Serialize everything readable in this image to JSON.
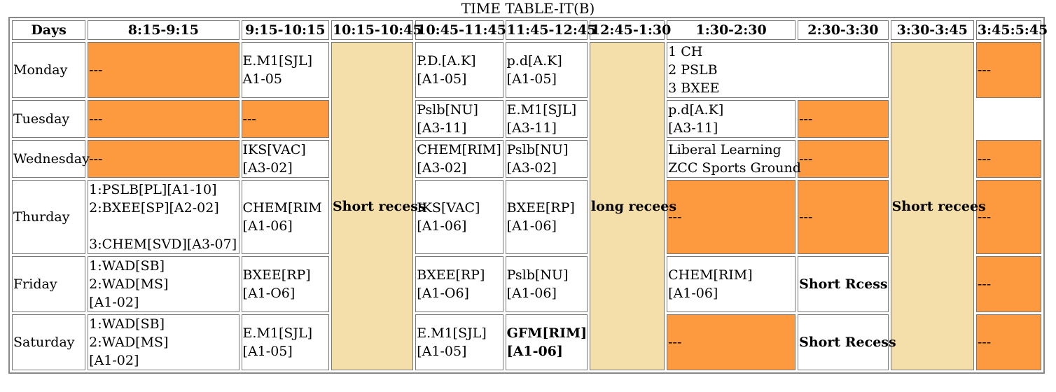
{
  "caption": "TIME TABLE-IT(B)",
  "headers": [
    "Days",
    "8:15-9:15",
    "9:15-10:15",
    "10:15-10:45",
    "10:45-11:45",
    "11:45-12:45",
    "12:45-1:30",
    "1:30-2:30",
    "2:30-3:30",
    "3:30-3:45",
    "3:45:5:45"
  ],
  "empty": "---",
  "recess": {
    "short1": "Short recess",
    "long": "long recees",
    "short2": "Short recees"
  },
  "days": {
    "monday": "Monday",
    "tuesday": "Tuesday",
    "wednesday": "Wednesday",
    "thursday": "Thurday",
    "friday": "Friday",
    "saturday": "Saturday"
  },
  "mon": {
    "c2": [
      "E.M1[SJL]",
      "A1-05"
    ],
    "c4": [
      "P.D.[A.K]",
      "[A1-05]"
    ],
    "c5": [
      "p.d[A.K]",
      "[A1-05]"
    ],
    "c7": [
      "1 CH",
      "2 PSLB",
      "3 BXEE"
    ]
  },
  "tue": {
    "c4": [
      "Pslb[NU]",
      "[A3-11]"
    ],
    "c5": [
      "E.M1[SJL]",
      "[A3-11]"
    ],
    "c7": [
      "p.d[A.K]",
      "[A3-11]"
    ]
  },
  "wed": {
    "c2": [
      "IKS[VAC]",
      "[A3-02]"
    ],
    "c4": [
      "CHEM[RIM]",
      "[A3-02]"
    ],
    "c5": [
      "Pslb[NU]",
      "[A3-02]"
    ],
    "c7": [
      "Liberal Learning",
      "ZCC Sports Ground"
    ]
  },
  "thu": {
    "c1": [
      "1:PSLB[PL][A1-10]",
      "2:BXEE[SP][A2-02]",
      "3:CHEM[SVD][A3-07]"
    ],
    "c2": [
      "CHEM[RIM",
      "[A1-06]"
    ],
    "c4": [
      "IKS[VAC]",
      "[A1-06]"
    ],
    "c5": [
      "BXEE[RP]",
      "[A1-06]"
    ]
  },
  "fri": {
    "c1": [
      "1:WAD[SB]",
      "2:WAD[MS]",
      "[A1-02]"
    ],
    "c2": [
      "BXEE[RP]",
      "[A1-O6]"
    ],
    "c4": [
      "BXEE[RP]",
      "[A1-O6]"
    ],
    "c5": [
      "Pslb[NU]",
      "[A1-06]"
    ],
    "c7": [
      "CHEM[RIM]",
      "[A1-06]"
    ],
    "c8": "Short Rcess"
  },
  "sat": {
    "c1": [
      "1:WAD[SB]",
      "2:WAD[MS]",
      "[A1-02]"
    ],
    "c2": [
      "E.M1[SJL]",
      "[A1-05]"
    ],
    "c4": [
      "E.M1[SJL]",
      "[A1-05]"
    ],
    "c5": [
      "GFM[RIM]",
      "[A1-06]"
    ],
    "c8": "Short Recess"
  },
  "colors": {
    "empty_slot": "#fd9a40",
    "recess": "#f4dea9"
  }
}
